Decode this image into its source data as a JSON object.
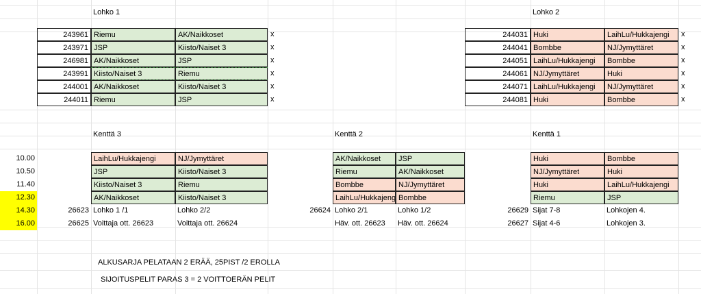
{
  "lohko1": {
    "title": "Lohko 1",
    "rows": [
      {
        "id": "243961",
        "a": "Riemu",
        "b": "AK/Naikkoset",
        "mark": "x"
      },
      {
        "id": "243971",
        "a": "JSP",
        "b": "Kiisto/Naiset 3",
        "mark": "x"
      },
      {
        "id": "246981",
        "a": "AK/Naikkoset",
        "b": "JSP",
        "mark": "x"
      },
      {
        "id": "243991",
        "a": "Kiisto/Naiset 3",
        "b": "Riemu",
        "mark": "x"
      },
      {
        "id": "244001",
        "a": "AK/Naikkoset",
        "b": "Kiisto/Naiset 3",
        "mark": "x"
      },
      {
        "id": "244011",
        "a": "Riemu",
        "b": "JSP",
        "mark": "x"
      }
    ]
  },
  "lohko2": {
    "title": "Lohko 2",
    "rows": [
      {
        "id": "244031",
        "a": "Huki",
        "b": "LaihLu/Hukkajengi",
        "mark": "x"
      },
      {
        "id": "244041",
        "a": "Bombbe",
        "b": "NJ/Jymyttäret",
        "mark": "x"
      },
      {
        "id": "244051",
        "a": "LaihLu/Hukkajengi",
        "b": "Bombbe",
        "mark": "x"
      },
      {
        "id": "244061",
        "a": "NJ/Jymyttäret",
        "b": "Huki",
        "mark": "x"
      },
      {
        "id": "244071",
        "a": "LaihLu/Hukkajengi",
        "b": "NJ/Jymyttäret",
        "mark": "x"
      },
      {
        "id": "244081",
        "a": "Huki",
        "b": "Bombbe",
        "mark": "x"
      }
    ]
  },
  "times": [
    "10.00",
    "10.50",
    "11.40",
    "12.30",
    "14.30",
    "16.00"
  ],
  "kentta3": {
    "title": "Kenttä 3",
    "rows": [
      {
        "a": "LaihLu/Hukkajengi",
        "b": "NJ/Jymyttäret"
      },
      {
        "a": "JSP",
        "b": "Kiisto/Naiset 3"
      },
      {
        "a": "Kiisto/Naiset 3",
        "b": "Riemu"
      },
      {
        "a": "AK/Naikkoset",
        "b": "Kiisto/Naiset 3"
      }
    ],
    "extra": [
      {
        "id": "26623",
        "a": "Lohko 1 /1",
        "b": "Lohko 2/2"
      },
      {
        "id": "26625",
        "a": "Voittaja ott. 26623",
        "b": "Voittaja ott. 26624"
      }
    ]
  },
  "kentta2": {
    "title": "Kenttä 2",
    "rows": [
      {
        "a": "AK/Naikkoset",
        "b": "JSP"
      },
      {
        "a": "Riemu",
        "b": "AK/Naikkoset"
      },
      {
        "a": "Bombbe",
        "b": "NJ/Jymyttäret"
      },
      {
        "a": "LaihLu/Hukkajengi",
        "b": "Bombbe"
      }
    ],
    "extra": [
      {
        "id": "26624",
        "a": "Lohko 2/1",
        "b": "Lohko 1/2"
      },
      {
        "id": "",
        "a": "Häv. ott. 26623",
        "b": "Häv. ott. 26624"
      }
    ]
  },
  "kentta1": {
    "title": "Kenttä 1",
    "rows": [
      {
        "a": "Huki",
        "b": "Bombbe"
      },
      {
        "a": "NJ/Jymyttäret",
        "b": "Huki"
      },
      {
        "a": "Huki",
        "b": "LaihLu/Hukkajengi"
      },
      {
        "a": "Riemu",
        "b": "JSP"
      }
    ],
    "extra": [
      {
        "id": "26629",
        "a": "Sijat 7-8",
        "b": "Lohkojen 4."
      },
      {
        "id": "26627",
        "a": "Sijat 4-6",
        "b": "Lohkojen 3."
      }
    ]
  },
  "notes": {
    "line1": "ALKUSARJA PELATAAN 2 ERÄÄ, 25PIST /2 EROLLA",
    "line2": "SIJOITUSPELIT PARAS 3 = 2 VOITTOERÄN PELIT"
  },
  "colors": {
    "green": "#dcecd4",
    "pink": "#fbdccf",
    "yellow": "#ffff00"
  }
}
